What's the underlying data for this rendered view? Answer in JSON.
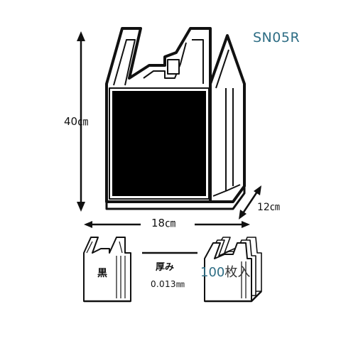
{
  "product": {
    "code": "SN05R"
  },
  "dimensions": {
    "height": "40㎝",
    "width": "18㎝",
    "depth": "12㎝"
  },
  "variant": {
    "color": "黒",
    "thickness_title": "厚み",
    "thickness_value": "0.013㎜",
    "count_number": "100",
    "count_unit": "枚入"
  },
  "colors": {
    "accent": "#2f6e85",
    "bag_fill": "#000000",
    "outline": "#111111"
  },
  "icons": {
    "main": "shopping-bag-icon",
    "small": "small-bag-icon",
    "stack": "bag-stack-icon"
  }
}
